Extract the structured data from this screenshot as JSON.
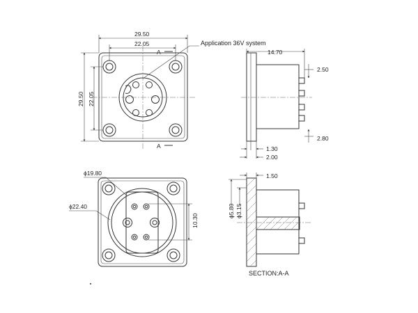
{
  "labels": {
    "application": "Application 36V system",
    "section": "SECTION:A-A",
    "cut_marker": "A"
  },
  "dimensions": {
    "top_width_outer": "29.50",
    "top_width_inner": "22.05",
    "top_height_outer": "29.50",
    "top_height_inner": "22.05",
    "side_depth": "14.70",
    "side_pin_offset": "2.50",
    "side_pin_bottom": "2.80",
    "side_flange": "1.30",
    "side_flange_total": "2.00",
    "rear_dia_small": "ϕ19.80",
    "rear_dia_large": "ϕ22.40",
    "rear_pin_spacing": "10.30",
    "sec_thickness": "1.50",
    "sec_dia_large": "ϕ5.80",
    "sec_dia_small": "ϕ3.15"
  },
  "colors": {
    "line": "#333333",
    "background": "#ffffff"
  }
}
